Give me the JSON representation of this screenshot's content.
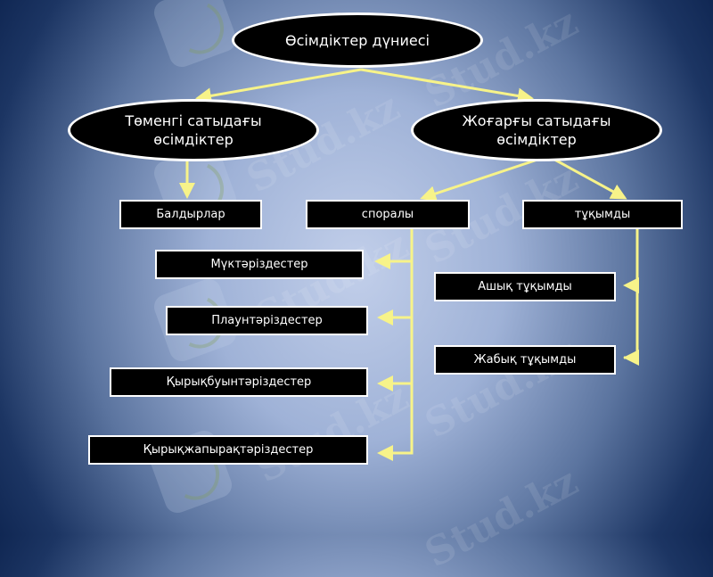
{
  "diagram": {
    "root": {
      "label": "Өсімдіктер дүниесі"
    },
    "level1": [
      {
        "label": "Төменгі  сатыдағы өсімдіктер"
      },
      {
        "label": "Жоғарғы сатыдағы өсімдіктер"
      }
    ],
    "level2": [
      {
        "label": "Балдырлар"
      },
      {
        "label": "споралы"
      },
      {
        "label": "тұқымды"
      }
    ],
    "spore_children": [
      {
        "label": "Мүктәріздестер"
      },
      {
        "label": "Плаунтәріздестер"
      },
      {
        "label": "Қырықбуынтәріздестер"
      },
      {
        "label": "Қырықжапырақтәріздестер"
      }
    ],
    "seed_children": [
      {
        "label": "Ашық тұқымды"
      },
      {
        "label": "Жабық тұқымды"
      }
    ]
  },
  "watermark": {
    "text": "Stud.kz"
  },
  "colors": {
    "connector": "#f7f389",
    "node_fill": "#000000",
    "node_border": "#ffffff"
  }
}
